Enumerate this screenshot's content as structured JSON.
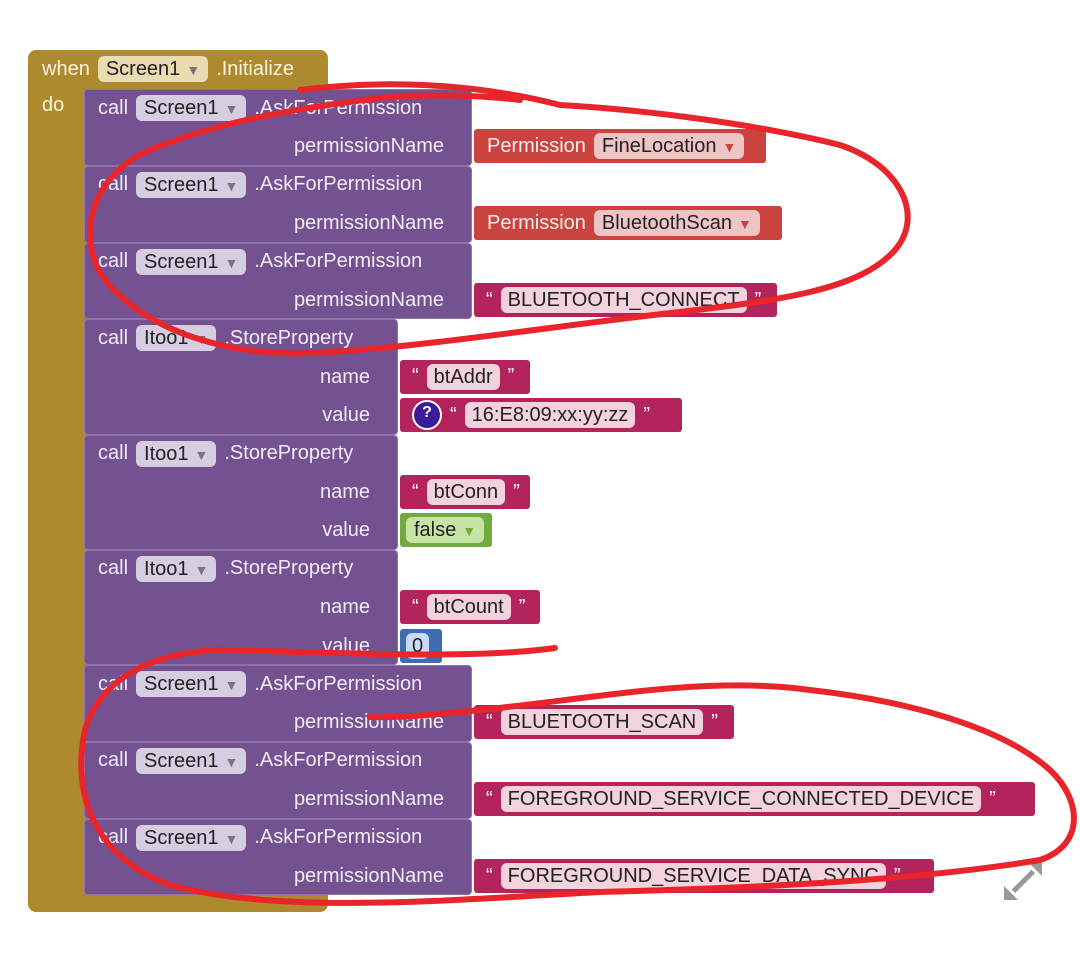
{
  "event_block": {
    "when_label": "when",
    "component": "Screen1",
    "event": ".Initialize",
    "do_label": "do"
  },
  "dropdown_arrow": "▼",
  "call_label": "call",
  "quote_open": "“",
  "quote_close": "”",
  "statements": [
    {
      "component": "Screen1",
      "method": ".AskForPermission",
      "arg_label": "permissionName",
      "value": {
        "type": "permission",
        "prefix": "Permission",
        "option": "FineLocation"
      }
    },
    {
      "component": "Screen1",
      "method": ".AskForPermission",
      "arg_label": "permissionName",
      "value": {
        "type": "permission",
        "prefix": "Permission",
        "option": "BluetoothScan"
      }
    },
    {
      "component": "Screen1",
      "method": ".AskForPermission",
      "arg_label": "permissionName",
      "value": {
        "type": "text",
        "text": "BLUETOOTH_CONNECT"
      }
    },
    {
      "component": "Itoo1",
      "method": ".StoreProperty",
      "name_label": "name",
      "name_value": "btAddr",
      "value_label": "value",
      "value": {
        "type": "text_help",
        "text": "16:E8:09:xx:yy:zz",
        "help": "?"
      }
    },
    {
      "component": "Itoo1",
      "method": ".StoreProperty",
      "name_label": "name",
      "name_value": "btConn",
      "value_label": "value",
      "value": {
        "type": "boolean",
        "text": "false"
      }
    },
    {
      "component": "Itoo1",
      "method": ".StoreProperty",
      "name_label": "name",
      "name_value": "btCount",
      "value_label": "value",
      "value": {
        "type": "number",
        "text": "0"
      }
    },
    {
      "component": "Screen1",
      "method": ".AskForPermission",
      "arg_label": "permissionName",
      "value": {
        "type": "text",
        "text": "BLUETOOTH_SCAN"
      }
    },
    {
      "component": "Screen1",
      "method": ".AskForPermission",
      "arg_label": "permissionName",
      "value": {
        "type": "text",
        "text": "FOREGROUND_SERVICE_CONNECTED_DEVICE"
      }
    },
    {
      "component": "Screen1",
      "method": ".AskForPermission",
      "arg_label": "permissionName",
      "value": {
        "type": "text",
        "text": "FOREGROUND_SERVICE_DATA_SYNC"
      }
    }
  ],
  "colors": {
    "event_block": "#ad8a2e",
    "procedure_block": "#745291",
    "permission_block": "#c9443e",
    "text_block": "#b3245d",
    "boolean_block": "#71ab3d",
    "number_block": "#3e6db3",
    "annotation_ink": "#e8252b"
  },
  "icons": {
    "expand": "resize-arrows-icon",
    "help": "question-mark-icon"
  }
}
